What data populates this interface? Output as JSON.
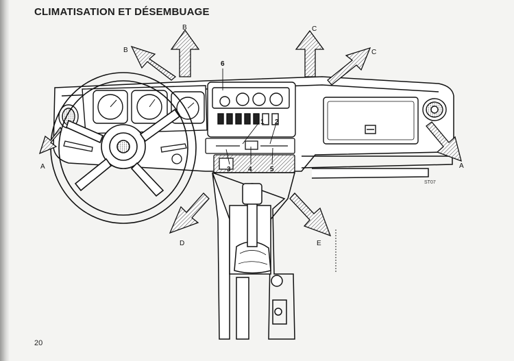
{
  "page": {
    "title": "CLIMATISATION ET DÉSEMBUAGE",
    "page_number": "20",
    "figure_code": "ST07"
  },
  "figure": {
    "airflow_labels": {
      "a_left": "A",
      "a_right": "A",
      "b_top": "B",
      "b_left": "B",
      "c_top": "C",
      "c_right": "C",
      "d": "D",
      "e": "E"
    },
    "control_numbers": {
      "n1": "1",
      "n2": "2",
      "n3": "3",
      "n4": "4",
      "n5": "5",
      "n6": "6"
    }
  }
}
